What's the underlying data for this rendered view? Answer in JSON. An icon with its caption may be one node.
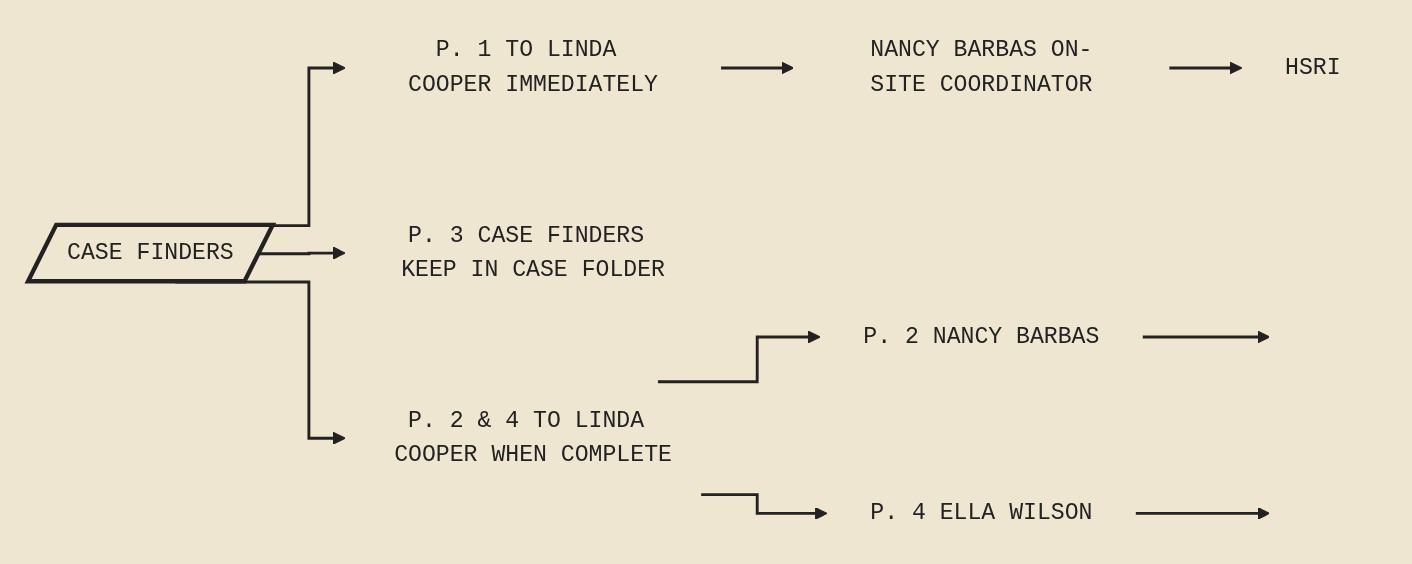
{
  "diagram": {
    "nodes": [
      {
        "text": [
          "CASE FINDERS"
        ]
      },
      {
        "text": [
          "P. 1 TO LINDA COOPER IMMEDIATELY"
        ]
      },
      {
        "text": [
          "NANCY BARBAS ON-SITE COORDINATOR"
        ]
      },
      {
        "text": [
          "HSRI"
        ]
      },
      {
        "text": [
          "P. 3 CASE FINDERS KEEP IN CASE FOLDER"
        ]
      },
      {
        "text": [
          "P. 2 & 4 TO LINDA COOPER WHEN COMPLETE"
        ]
      },
      {
        "text": [
          "P. 2 NANCY BARBAS"
        ]
      },
      {
        "text": [
          "P. 4 ELLA WILSON"
        ]
      }
    ],
    "edges": [
      {
        "from": 0,
        "to": 1,
        "arrow": "to"
      },
      {
        "from": 1,
        "to": 2,
        "arrow": "to"
      },
      {
        "from": 2,
        "to": 3,
        "arrow": "to"
      },
      {
        "from": 0,
        "to": 4,
        "arrow": "to"
      },
      {
        "from": 0,
        "to": 5,
        "arrow": "to"
      },
      {
        "from": 5,
        "to": 6,
        "arrow": "to"
      },
      {
        "from": 5,
        "to": 7,
        "arrow": "to"
      },
      {
        "from": 6,
        "to": null,
        "arrow": "to"
      },
      {
        "from": 7,
        "to": null,
        "arrow": "to"
      }
    ]
  }
}
